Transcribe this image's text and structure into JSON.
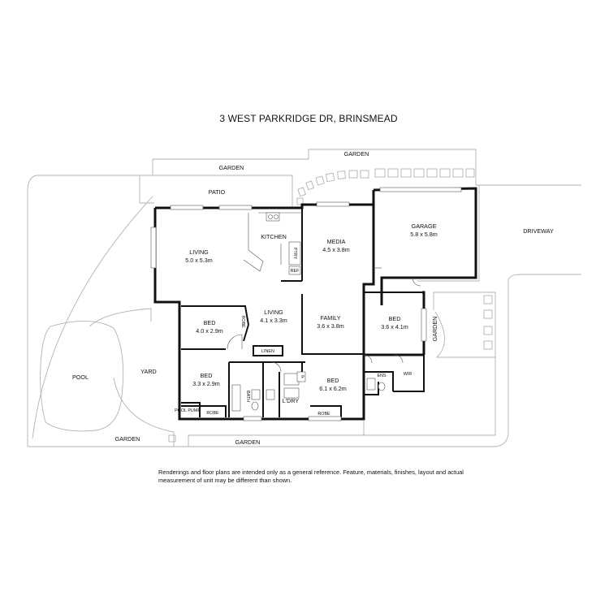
{
  "title": "3 WEST PARKRIDGE DR, BRINSMEAD",
  "disclaimer": "Renderings and floor plans are intended only as a general reference. Feature, materials, finishes, layout and actual measurement of unit may be different than shown.",
  "rooms": {
    "living1": {
      "name": "LIVING",
      "size": "5.0 x 5.3m"
    },
    "kitchen": {
      "name": "KITCHEN"
    },
    "pantry": {
      "name": "PTRY"
    },
    "fridge": {
      "name": "REF"
    },
    "media": {
      "name": "MEDIA",
      "size": "4.5 x 3.8m"
    },
    "garage": {
      "name": "GARAGE",
      "size": "5.8 x 5.8m"
    },
    "bed_left_top": {
      "name": "BED",
      "size": "4.0 x 2.9m"
    },
    "robe_small": {
      "name": "ROBE"
    },
    "living2": {
      "name": "LIVING",
      "size": "4.1 x 3.3m"
    },
    "linen": {
      "name": "LINEN"
    },
    "family": {
      "name": "FAMILY",
      "size": "3.6 x 3.8m"
    },
    "bed_right": {
      "name": "BED",
      "size": "3.6 x 4.1m"
    },
    "bed_left_bottom": {
      "name": "BED",
      "size": "3.3 x 2.9m"
    },
    "bath": {
      "name": "BATH"
    },
    "laundry": {
      "name": "L'DRY"
    },
    "powder": {
      "name": "P"
    },
    "bed_master": {
      "name": "BED",
      "size": "6.1 x 6.2m"
    },
    "ensuite": {
      "name": "ENS"
    },
    "wir": {
      "name": "WIR"
    },
    "robe_left": {
      "name": "ROBE"
    },
    "robe_master": {
      "name": "ROBE"
    },
    "pool_pump": {
      "name": "POOL PUMP"
    }
  },
  "exterior": {
    "patio": "PATIO",
    "garden_top": "GARDEN",
    "garden_top_right": "GARDEN",
    "garden_side": "GARDEN",
    "garden_bottom_left": "GARDEN",
    "garden_bottom": "GARDEN",
    "driveway": "DRIVEWAY",
    "pool": "POOL",
    "yard": "YARD"
  }
}
